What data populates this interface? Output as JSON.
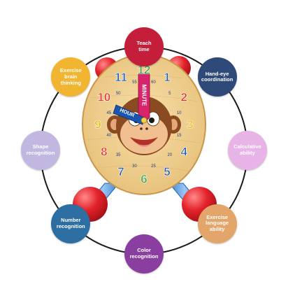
{
  "features": [
    {
      "id": "teach-time",
      "label": "Teach\ntime",
      "color": "#c41e3a"
    },
    {
      "id": "hand-eye",
      "label": "Hand-eye\ncoordination",
      "color": "#2f4a78"
    },
    {
      "id": "calculative",
      "label": "Calculative\nability",
      "color": "#e8b3e6"
    },
    {
      "id": "exercise-language",
      "label": "Exercise\nlanguage\nability",
      "color": "#e4a56a"
    },
    {
      "id": "color-recognition",
      "label": "Color\nrecognition",
      "color": "#8a3fa0"
    },
    {
      "id": "number-recognition",
      "label": "Number\nrecognition",
      "color": "#2d6ea3"
    },
    {
      "id": "shape-recognition",
      "label": "Shape\nrecognition",
      "color": "#c2b7e0"
    },
    {
      "id": "brain-thinking",
      "label": "Exercise\nbrain thinking",
      "color": "#f2b531"
    }
  ],
  "clock": {
    "hours": [
      "12",
      "1",
      "2",
      "3",
      "4",
      "5",
      "6",
      "7",
      "8",
      "9",
      "10",
      "11"
    ],
    "minutes": [
      "60",
      "5",
      "10",
      "15",
      "20",
      "25",
      "30",
      "35",
      "40",
      "45",
      "50",
      "55"
    ],
    "hour_colors": [
      "#2e9e3c",
      "#1a56b0",
      "#e52421",
      "#f2b205",
      "#1a56b0",
      "#1a56b0",
      "#2e9e3c",
      "#1a56b0",
      "#e52421",
      "#f2b205",
      "#e52421",
      "#1a56b0"
    ],
    "minute_hand_label": "MINUTE",
    "hour_hand_label": "HOUR"
  }
}
